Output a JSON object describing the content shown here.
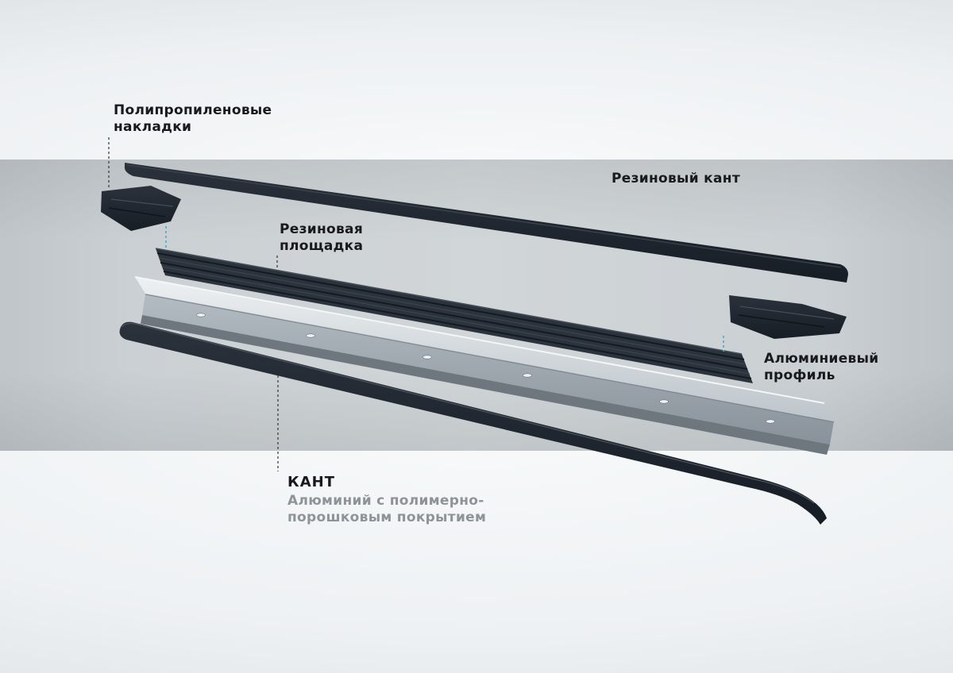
{
  "diagram": {
    "type": "exploded-parts-diagram",
    "labels": {
      "polypropylene_pads": {
        "line1": "Полипропиленовые",
        "line2": "накладки"
      },
      "rubber_edge": {
        "text": "Резиновый кант"
      },
      "rubber_platform": {
        "line1": "Резиновая",
        "line2": "площадка"
      },
      "aluminum_profile": {
        "line1": "Алюминиевый",
        "line2": "профиль"
      },
      "kant": {
        "title": "КАНТ",
        "subtitle_line1": "Алюминий с полимерно-",
        "subtitle_line2": "порошковым покрытием"
      }
    },
    "parts": [
      {
        "name": "rubber-edge"
      },
      {
        "name": "polypropylene-pad-left"
      },
      {
        "name": "rubber-platform"
      },
      {
        "name": "aluminum-profile"
      },
      {
        "name": "polypropylene-pad-right"
      },
      {
        "name": "kant-edge"
      }
    ],
    "colors": {
      "part_dark": "#1c222b",
      "aluminum_light": "#e9edef",
      "aluminum_mid": "#a0a9b1",
      "connector_cyan": "#35b3d6",
      "band_gray": "#c8cdd1",
      "label_text": "#17191c",
      "subtitle_text": "#8e9398"
    }
  }
}
